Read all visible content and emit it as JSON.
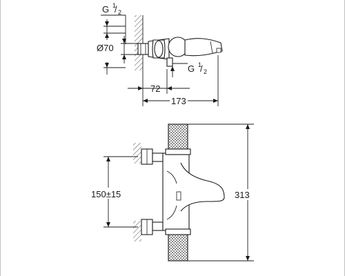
{
  "top_view": {
    "thread_top": {
      "prefix": "G",
      "numerator": "1",
      "denominator": "2"
    },
    "thread_outlet": {
      "prefix": "G",
      "numerator": "1",
      "denominator": "2"
    },
    "rosette_diameter": "Ø70",
    "outlet_offset": "72",
    "projection": "173"
  },
  "front_view": {
    "inlet_spacing": "150±15",
    "overall_width": "313"
  }
}
